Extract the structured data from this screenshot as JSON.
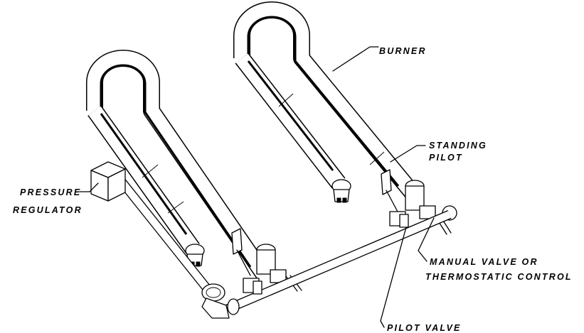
{
  "labels": {
    "burner": "BURNER",
    "standing_pilot_line1": "STANDING",
    "standing_pilot_line2": "PILOT",
    "pressure_regulator_line1": "PRESSURE",
    "pressure_regulator_line2": "REGULATOR",
    "manual_valve_line1": "MANUAL VALVE OR",
    "manual_valve_line2": "THERMOSTATIC CONTROL",
    "pilot_valve": "PILOT VALVE"
  }
}
